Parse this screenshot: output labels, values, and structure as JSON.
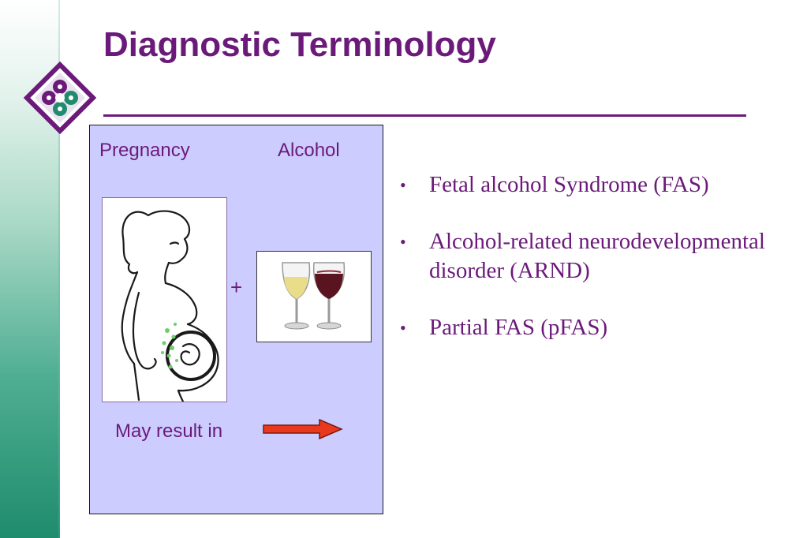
{
  "slide": {
    "title": "Diagnostic Terminology"
  },
  "panel": {
    "pregnancy_label": "Pregnancy",
    "alcohol_label": "Alcohol",
    "plus_label": "+",
    "result_label": "May result in"
  },
  "bullets": [
    {
      "text": "Fetal alcohol Syndrome (FAS)"
    },
    {
      "text": "Alcohol-related neurodevelopmental disorder (ARND)"
    },
    {
      "text": "Partial FAS (pFAS)"
    }
  ],
  "colors": {
    "accent_purple": "#6b1a7a",
    "panel_bg": "#ccccff",
    "band_green": "#1f8c6d",
    "arrow_red": "#e8391e"
  },
  "icons": [
    "logo-icon",
    "pregnant-woman-image",
    "wine-glasses-image",
    "arrow-right-icon",
    "bullet-icon"
  ]
}
